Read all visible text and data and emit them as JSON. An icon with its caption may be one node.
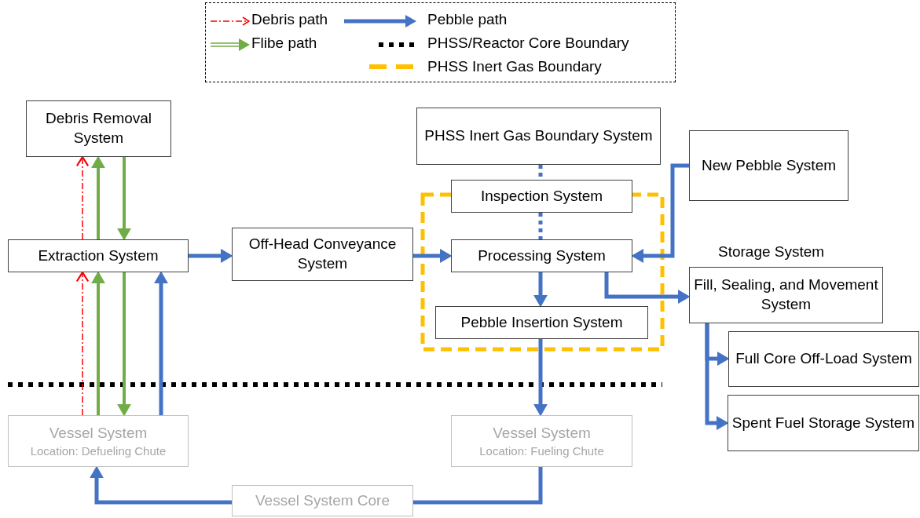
{
  "diagram": {
    "nodes": [
      {
        "text": [
          "Debris Removal System"
        ]
      },
      {
        "text": [
          "Extraction System"
        ]
      },
      {
        "text": [
          "Off-Head Conveyance System"
        ]
      },
      {
        "text": [
          "PHSS Inert Gas Boundary System"
        ]
      },
      {
        "text": [
          "Inspection System"
        ]
      },
      {
        "text": [
          "Processing System"
        ]
      },
      {
        "text": [
          "Pebble Insertion System"
        ]
      },
      {
        "text": [
          "New Pebble System"
        ]
      },
      {
        "text": [
          "Storage System",
          "Fill, Sealing, and Movement System"
        ]
      },
      {
        "text": [
          "Full Core Off-Load System"
        ]
      },
      {
        "text": [
          "Spent Fuel Storage System"
        ]
      },
      {
        "text": [
          "Vessel System",
          "Location: Defueling Chute"
        ]
      },
      {
        "text": [
          "Vessel System",
          "Location: Fueling Chute"
        ]
      },
      {
        "text": [
          "Vessel System Core"
        ]
      }
    ],
    "edges": [
      {
        "from": 1,
        "to": 0,
        "arrow": "to",
        "style": "dashed",
        "color": "#ff0000"
      },
      {
        "from": 1,
        "to": 0,
        "arrow": "to",
        "color": "#70ad47"
      },
      {
        "from": 0,
        "to": 1,
        "arrow": "to",
        "color": "#70ad47"
      },
      {
        "from": 11,
        "to": 1,
        "arrow": "to",
        "style": "dashed",
        "color": "#ff0000"
      },
      {
        "from": 11,
        "to": 1,
        "arrow": "to",
        "color": "#70ad47"
      },
      {
        "from": 1,
        "to": 11,
        "arrow": "to",
        "color": "#70ad47"
      },
      {
        "from": 11,
        "to": 1,
        "arrow": "to"
      },
      {
        "from": 1,
        "to": 2,
        "arrow": "to"
      },
      {
        "from": 2,
        "to": 5,
        "arrow": "to"
      },
      {
        "from": 3,
        "to": 4,
        "arrow": "none",
        "style": "dashed"
      },
      {
        "from": 4,
        "to": 5,
        "arrow": "none",
        "style": "dashed"
      },
      {
        "from": 7,
        "to": 5,
        "arrow": "to"
      },
      {
        "from": 5,
        "to": 6,
        "arrow": "to"
      },
      {
        "from": 5,
        "to": 8,
        "arrow": "to"
      },
      {
        "from": 6,
        "to": 12,
        "arrow": "to"
      },
      {
        "from": 12,
        "to": 13,
        "arrow": "none"
      },
      {
        "from": 13,
        "to": 11,
        "arrow": "to"
      },
      {
        "from": 8,
        "to": 9,
        "arrow": "to"
      },
      {
        "from": 8,
        "to": 10,
        "arrow": "to"
      }
    ],
    "legend": [
      {
        "text": "Debris path"
      },
      {
        "text": "Pebble path"
      },
      {
        "text": "Flibe path"
      },
      {
        "text": "PHSS/Reactor Core Boundary"
      },
      {
        "text": "PHSS Inert Gas Boundary"
      }
    ]
  }
}
